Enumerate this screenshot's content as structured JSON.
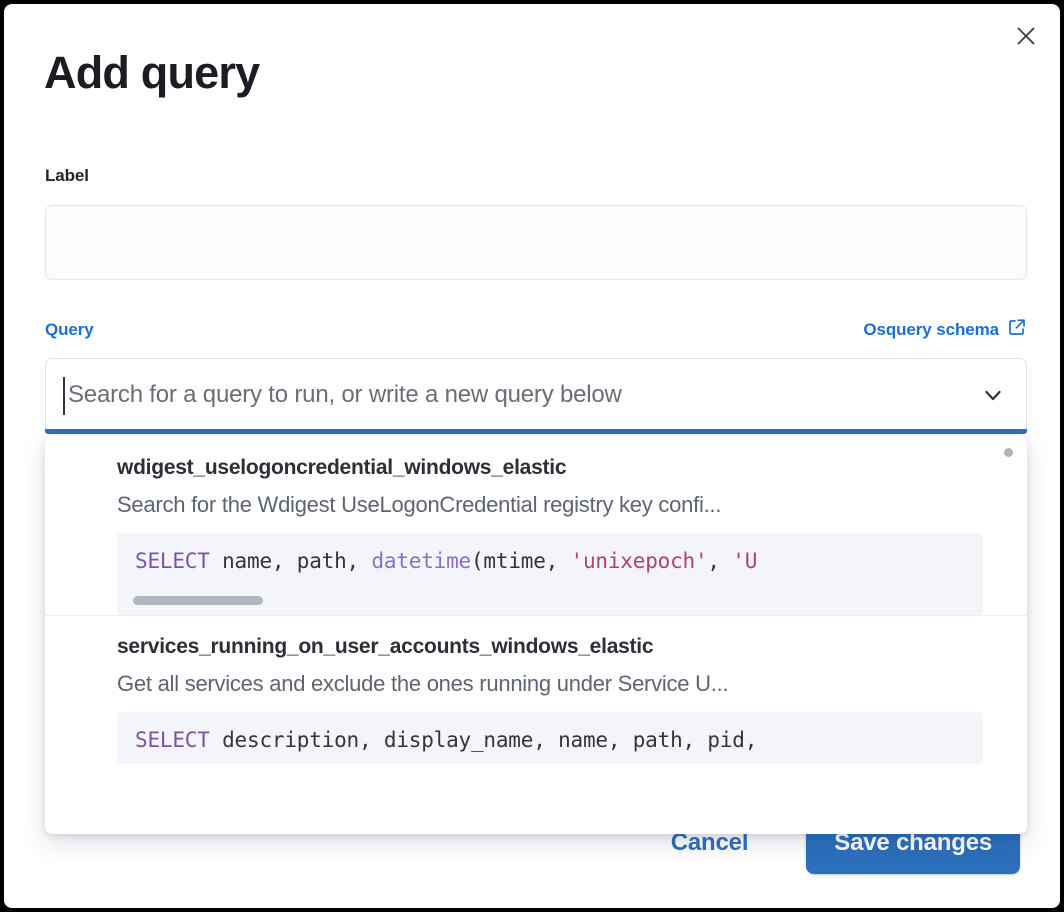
{
  "modal": {
    "title": "Add query",
    "close_icon": "close-icon"
  },
  "form": {
    "label_field": {
      "label": "Label",
      "value": "",
      "placeholder": ""
    },
    "query_field": {
      "label": "Query",
      "schema_link": "Osquery schema",
      "schema_link_icon": "external-link-icon",
      "placeholder": "Search for a query to run, or write a new query below",
      "value": "",
      "chevron_icon": "chevron-down-icon"
    }
  },
  "dropdown": {
    "items": [
      {
        "title": "wdigest_uselogoncredential_windows_elastic",
        "description": "Search for the Wdigest UseLogonCredential registry key confi...",
        "code_segments": [
          {
            "text": "SELECT",
            "type": "keyword"
          },
          {
            "text": " name, path, ",
            "type": "plain"
          },
          {
            "text": "datetime",
            "type": "function"
          },
          {
            "text": "(mtime, ",
            "type": "plain"
          },
          {
            "text": "'unixepoch'",
            "type": "string"
          },
          {
            "text": ", ",
            "type": "plain"
          },
          {
            "text": "'U",
            "type": "string"
          }
        ],
        "code_text": "SELECT name, path, datetime(mtime, 'unixepoch', 'U",
        "has_scrollbar": true
      },
      {
        "title": "services_running_on_user_accounts_windows_elastic",
        "description": "Get all services and exclude the ones running under Service U...",
        "code_segments": [
          {
            "text": "SELECT",
            "type": "keyword"
          },
          {
            "text": " description, display_name, name, path, pid,",
            "type": "plain"
          }
        ],
        "code_text": "SELECT description, display_name, name, path, pid,",
        "has_scrollbar": false
      }
    ]
  },
  "footer": {
    "cancel_label": "Cancel",
    "save_label": "Save changes"
  },
  "colors": {
    "accent_blue": "#2c6fbc",
    "link_blue": "#1a6fd4",
    "code_keyword": "#7b52ad",
    "code_function": "#8a6fc4",
    "code_string": "#b14168",
    "title_dark": "#1b1d22"
  }
}
